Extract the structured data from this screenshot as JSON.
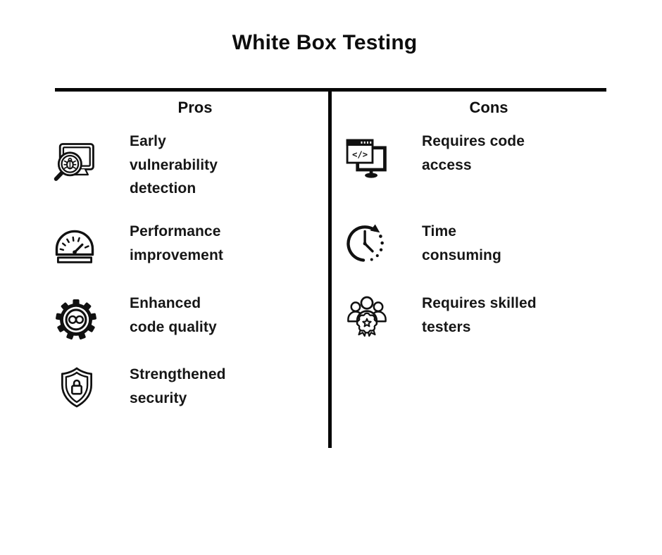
{
  "title": "White Box Testing",
  "colors": {
    "ink": "#111111",
    "line": "#060606",
    "background": "#ffffff"
  },
  "table": {
    "pros": {
      "header": "Pros",
      "items": [
        {
          "icon": "bug-scan-monitor-icon",
          "label": "Early\nvulnerability\ndetection"
        },
        {
          "icon": "speedometer-icon",
          "label": "Performance\nimprovement"
        },
        {
          "icon": "gear-infinity-icon",
          "label": "Enhanced\ncode quality"
        },
        {
          "icon": "shield-lock-icon",
          "label": "Strengthened\nsecurity"
        }
      ]
    },
    "cons": {
      "header": "Cons",
      "items": [
        {
          "icon": "code-window-monitor-icon",
          "label": "Requires code\naccess"
        },
        {
          "icon": "clock-arrow-icon",
          "label": "Time\nconsuming"
        },
        {
          "icon": "team-badge-icon",
          "label": "Requires skilled\ntesters"
        }
      ]
    }
  }
}
